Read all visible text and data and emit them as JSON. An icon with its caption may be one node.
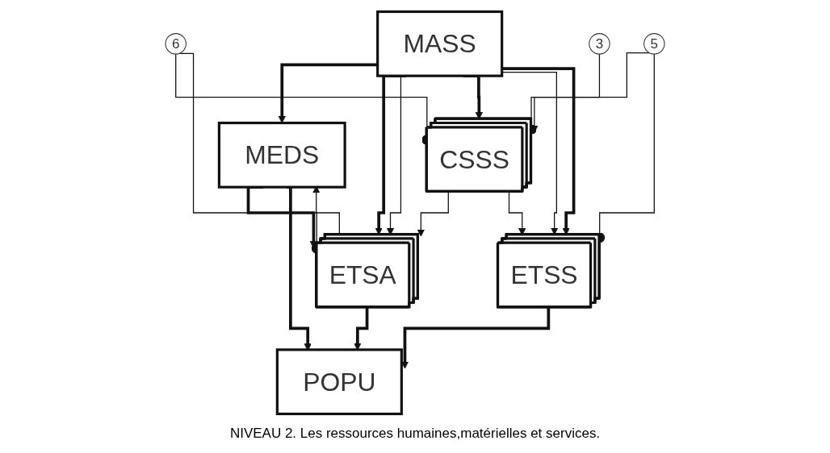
{
  "diagram": {
    "caption": "NIVEAU 2. Les ressources humaines,matérielles et services.",
    "nodes": [
      {
        "text": [
          "MASS"
        ]
      },
      {
        "text": [
          "MEDS"
        ]
      },
      {
        "text": [
          "3"
        ]
      },
      {
        "text": [
          "CSSS"
        ]
      },
      {
        "text": [
          "6"
        ]
      },
      {
        "text": [
          "5"
        ]
      },
      {
        "text": [
          "ETSA"
        ]
      },
      {
        "text": [
          "ETSS"
        ]
      },
      {
        "text": [
          "POPU"
        ]
      }
    ],
    "edges": [
      {
        "from": 0,
        "to": 1,
        "arrow": "to",
        "style": "thick"
      },
      {
        "from": 0,
        "to": 6,
        "arrow": "to",
        "style": "thick"
      },
      {
        "from": 0,
        "to": 6,
        "arrow": "to"
      },
      {
        "from": 0,
        "to": 3,
        "arrow": "to",
        "style": "thick"
      },
      {
        "from": 2,
        "to": 3,
        "arrow": "to"
      },
      {
        "from": 0,
        "to": 7,
        "arrow": "to"
      },
      {
        "from": 0,
        "to": 7,
        "arrow": "to",
        "style": "thick"
      },
      {
        "from": 4,
        "to": 3,
        "arrow": "other"
      },
      {
        "from": 4,
        "to": 6,
        "arrow": "other"
      },
      {
        "from": 5,
        "to": 3,
        "arrow": "other"
      },
      {
        "from": 5,
        "to": 7,
        "arrow": "other"
      },
      {
        "from": 3,
        "to": 6,
        "arrow": "to"
      },
      {
        "from": 3,
        "to": 7,
        "arrow": "to"
      },
      {
        "from": 6,
        "to": 1,
        "arrow": "to"
      },
      {
        "from": 1,
        "to": 6,
        "arrow": "to",
        "style": "thick"
      },
      {
        "from": 1,
        "to": 8,
        "arrow": "to",
        "style": "thick"
      },
      {
        "from": 6,
        "to": 8,
        "arrow": "to",
        "style": "thick"
      },
      {
        "from": 7,
        "to": 8,
        "arrow": "to",
        "style": "thick"
      }
    ]
  }
}
